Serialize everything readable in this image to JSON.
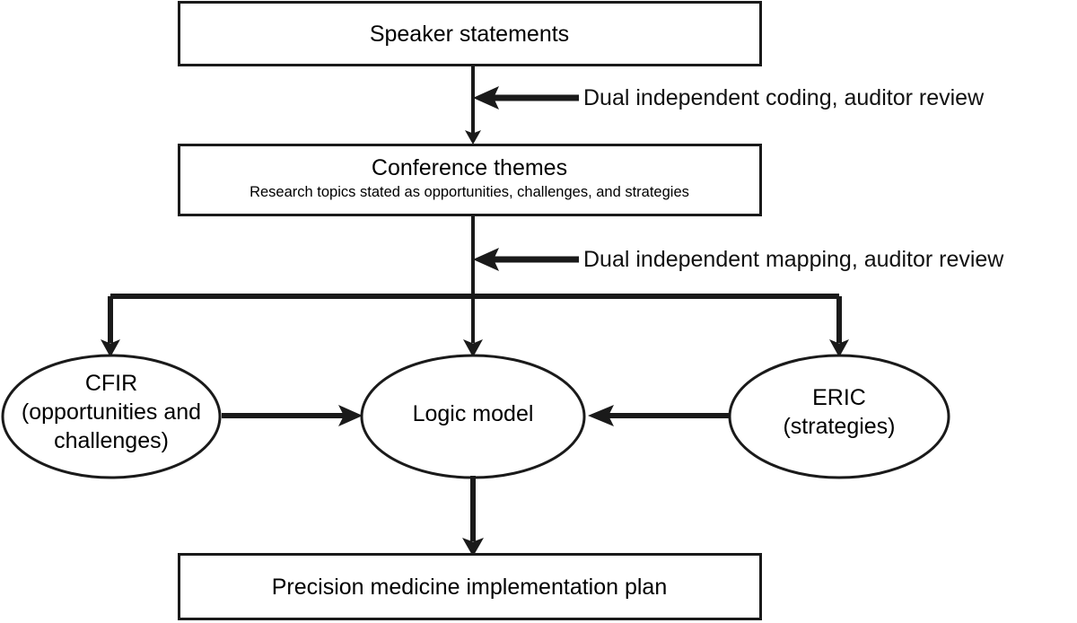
{
  "diagram": {
    "type": "flowchart",
    "title_present": false,
    "orientation": "top-to-bottom",
    "stroke_color": "#1a1a1a",
    "fill_color": "#ffffff",
    "text_color": "#000000",
    "nodes": {
      "speaker_statements": {
        "shape": "rectangle",
        "label": "Speaker statements"
      },
      "conference_themes": {
        "shape": "rectangle",
        "label": "Conference themes",
        "sublabel": "Research topics stated as opportunities, challenges, and strategies"
      },
      "cfir": {
        "shape": "ellipse",
        "line1": "CFIR",
        "line2": "(opportunities and",
        "line3": "challenges)"
      },
      "logic_model": {
        "shape": "ellipse",
        "label": "Logic model"
      },
      "eric": {
        "shape": "ellipse",
        "line1": "ERIC",
        "line2": "(strategies)"
      },
      "implementation_plan": {
        "shape": "rectangle",
        "label": "Precision medicine implementation plan"
      }
    },
    "edge_labels": {
      "coding": "Dual independent coding, auditor review",
      "mapping": "Dual independent mapping, auditor review"
    }
  }
}
